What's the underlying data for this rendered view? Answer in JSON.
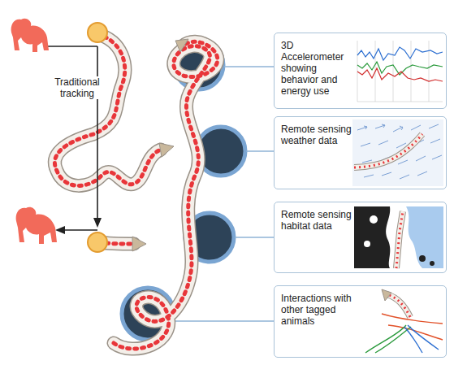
{
  "diagram": {
    "nodes": [
      {
        "text": [
          "3D Accelerometer showing behavior and energy use"
        ]
      },
      {
        "text": [
          "Remote sensing weather data"
        ]
      },
      {
        "text": [
          "Remote sensing habitat data"
        ]
      },
      {
        "text": [
          "Interactions with other tagged animals"
        ]
      }
    ],
    "labels": [
      "Traditional tracking"
    ]
  }
}
